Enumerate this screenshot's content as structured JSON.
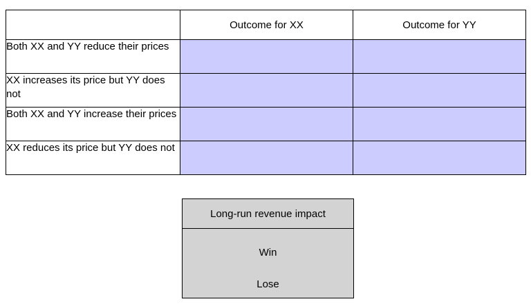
{
  "table": {
    "headers": [
      "",
      "Outcome for XX",
      "Outcome for YY"
    ],
    "rows": [
      {
        "label": "Both XX and YY reduce their prices"
      },
      {
        "label": "XX increases its price but YY does not"
      },
      {
        "label": "Both XX and YY increase their prices"
      },
      {
        "label": "XX reduces its price but YY does not"
      }
    ]
  },
  "bank": {
    "title": "Long-run revenue impact",
    "options": [
      "Win",
      "Lose"
    ]
  },
  "colors": {
    "drop_cell_fill": "#ccccff",
    "bank_fill": "#d3d3d3",
    "border": "#000000"
  }
}
